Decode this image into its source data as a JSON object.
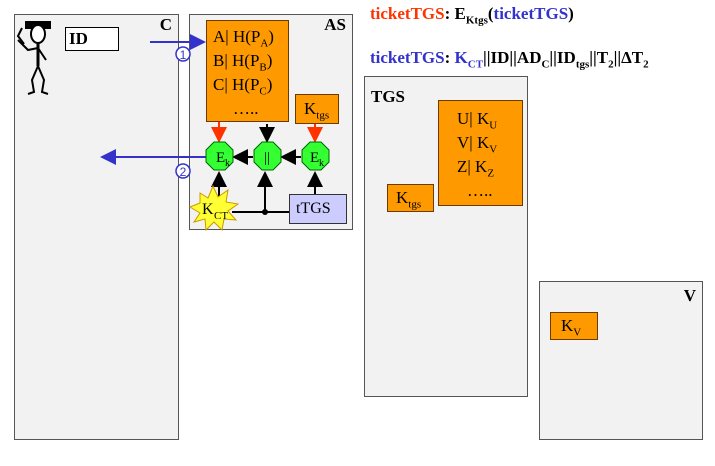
{
  "formulas": {
    "line1": {
      "name": "ticketTGS",
      "sep": ": ",
      "e": "E",
      "e_sub": "Ktgs",
      "open": "(",
      "arg": "ticketTGS",
      "close": ")"
    },
    "line2": {
      "name": "ticketTGS",
      "sep": ": ",
      "k": "K",
      "k_sub": "CT",
      "p1": "||ID||AD",
      "p1_sub": "C",
      "p2": "||ID",
      "p2_sub": "tgs",
      "p3": "||T",
      "p3_sub": "2",
      "p4": "||ΔT",
      "p4_sub": "2"
    }
  },
  "client": {
    "label": "C",
    "id_label": "ID"
  },
  "as": {
    "label": "AS",
    "db": [
      {
        "user": "A",
        "sep": "| ",
        "fn": "H(P",
        "fn_sub": "A",
        "close": ")"
      },
      {
        "user": "B",
        "sep": "| ",
        "fn": "H(P",
        "fn_sub": "B",
        "close": ")"
      },
      {
        "user": "C",
        "sep": "| ",
        "fn": "H(P",
        "fn_sub": "C",
        "close": ")"
      }
    ],
    "db_more": "…..",
    "ktgs": {
      "k": "K",
      "sub": "tgs"
    },
    "enc_left": {
      "e": "E",
      "sub": "k"
    },
    "enc_right": {
      "e": "E",
      "sub": "k"
    },
    "concat": "||",
    "kct": {
      "k": "K",
      "sub": "CT"
    },
    "ttgs": "tTGS",
    "step1": "1",
    "step2": "2"
  },
  "tgs": {
    "label": "TGS",
    "db": [
      {
        "user": "U",
        "sep": "| ",
        "k": "K",
        "k_sub": "U"
      },
      {
        "user": "V",
        "sep": "| ",
        "k": "K",
        "k_sub": "V"
      },
      {
        "user": "Z",
        "sep": "| ",
        "k": "K",
        "k_sub": "Z"
      }
    ],
    "db_more": "…..",
    "ktgs": {
      "k": "K",
      "sub": "tgs"
    }
  },
  "v": {
    "label": "V",
    "kv": {
      "k": "K",
      "sub": "V"
    }
  },
  "colors": {
    "red": "#ff3300",
    "blue": "#3333cc",
    "orange": "#ff9900",
    "green": "#33ff33",
    "lilac": "#ccccff",
    "yellow": "#ffff33"
  }
}
